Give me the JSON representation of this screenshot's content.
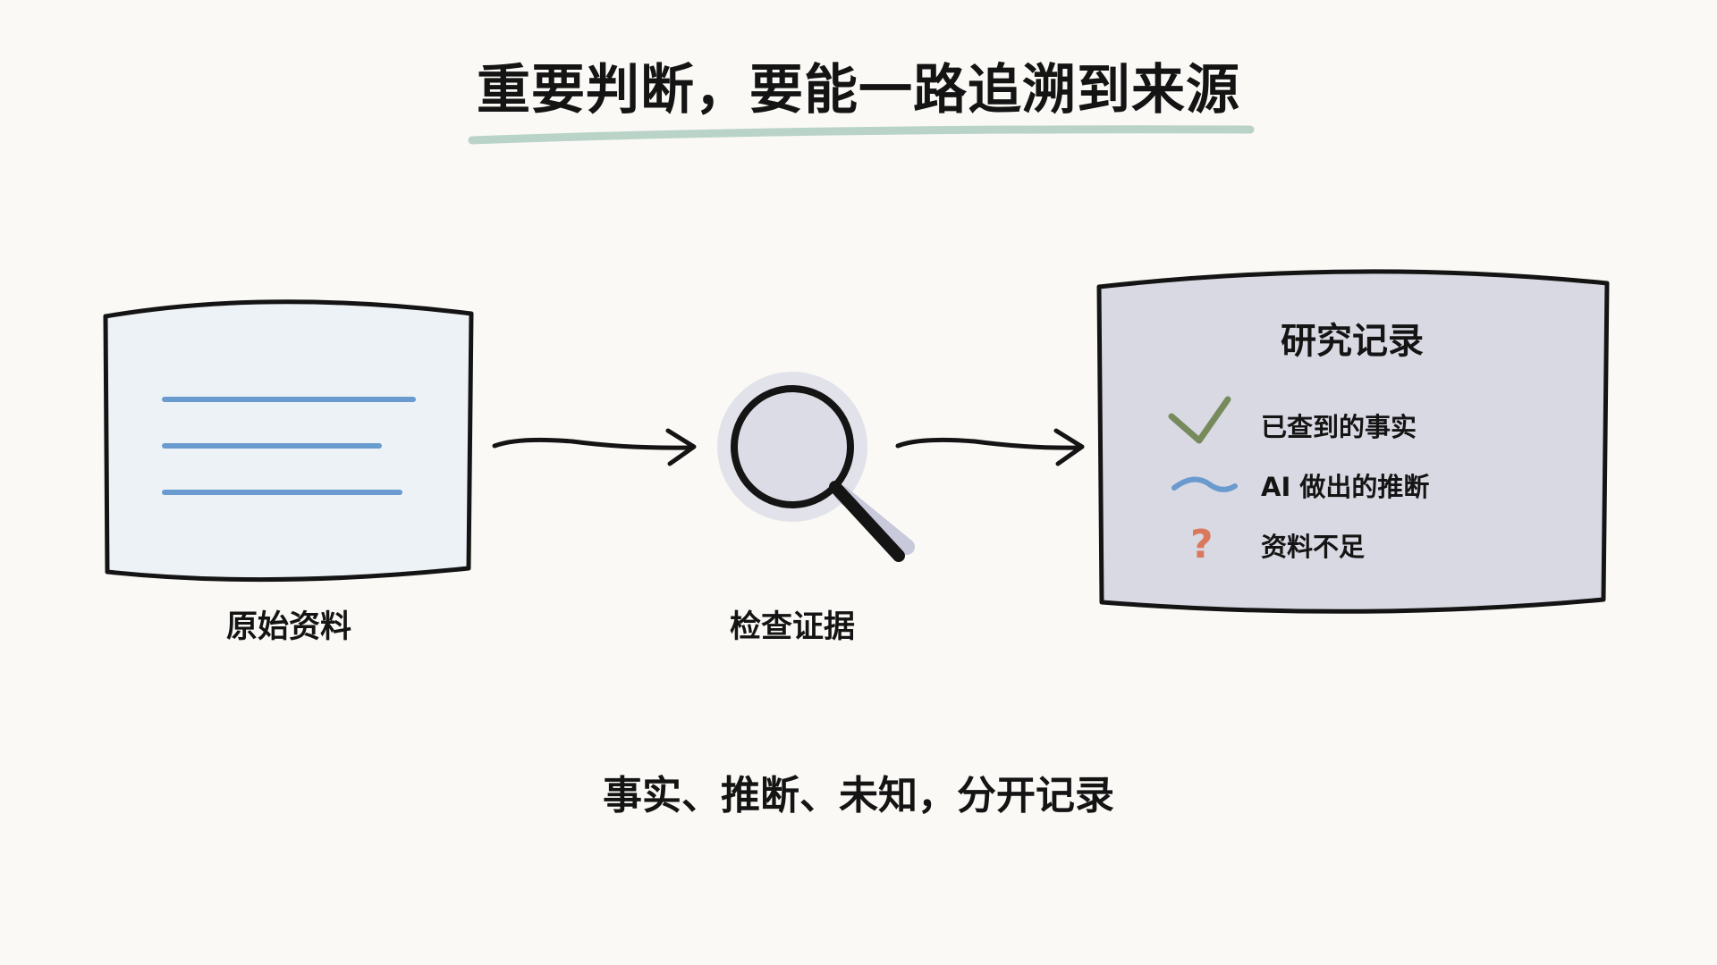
{
  "title": "重要判断，要能一路追溯到来源",
  "nodes": {
    "source": {
      "label": "原始资料"
    },
    "check": {
      "label": "检查证据"
    },
    "record": {
      "title": "研究记录",
      "legend": [
        {
          "icon": "checkmark-icon",
          "label": "已查到的事实"
        },
        {
          "icon": "wave-icon",
          "label": "AI 做出的推断"
        },
        {
          "icon": "question-icon",
          "symbol": "?",
          "label": "资料不足"
        }
      ]
    }
  },
  "footer": "事实、推断、未知，分开记录",
  "colors": {
    "background": "#faf9f5",
    "ink": "#141414",
    "title_underline": "#b9d3c8",
    "source_fill": "#edf2f6",
    "source_lines": "#6a9bcf",
    "magnifier_lens": "#dcdce6",
    "magnifier_halo": "#e2e2ea",
    "record_fill": "#d9d9e3",
    "check_green": "#768a5c",
    "inference_blue": "#6a9bcf",
    "unknown_orange": "#d9785c"
  }
}
